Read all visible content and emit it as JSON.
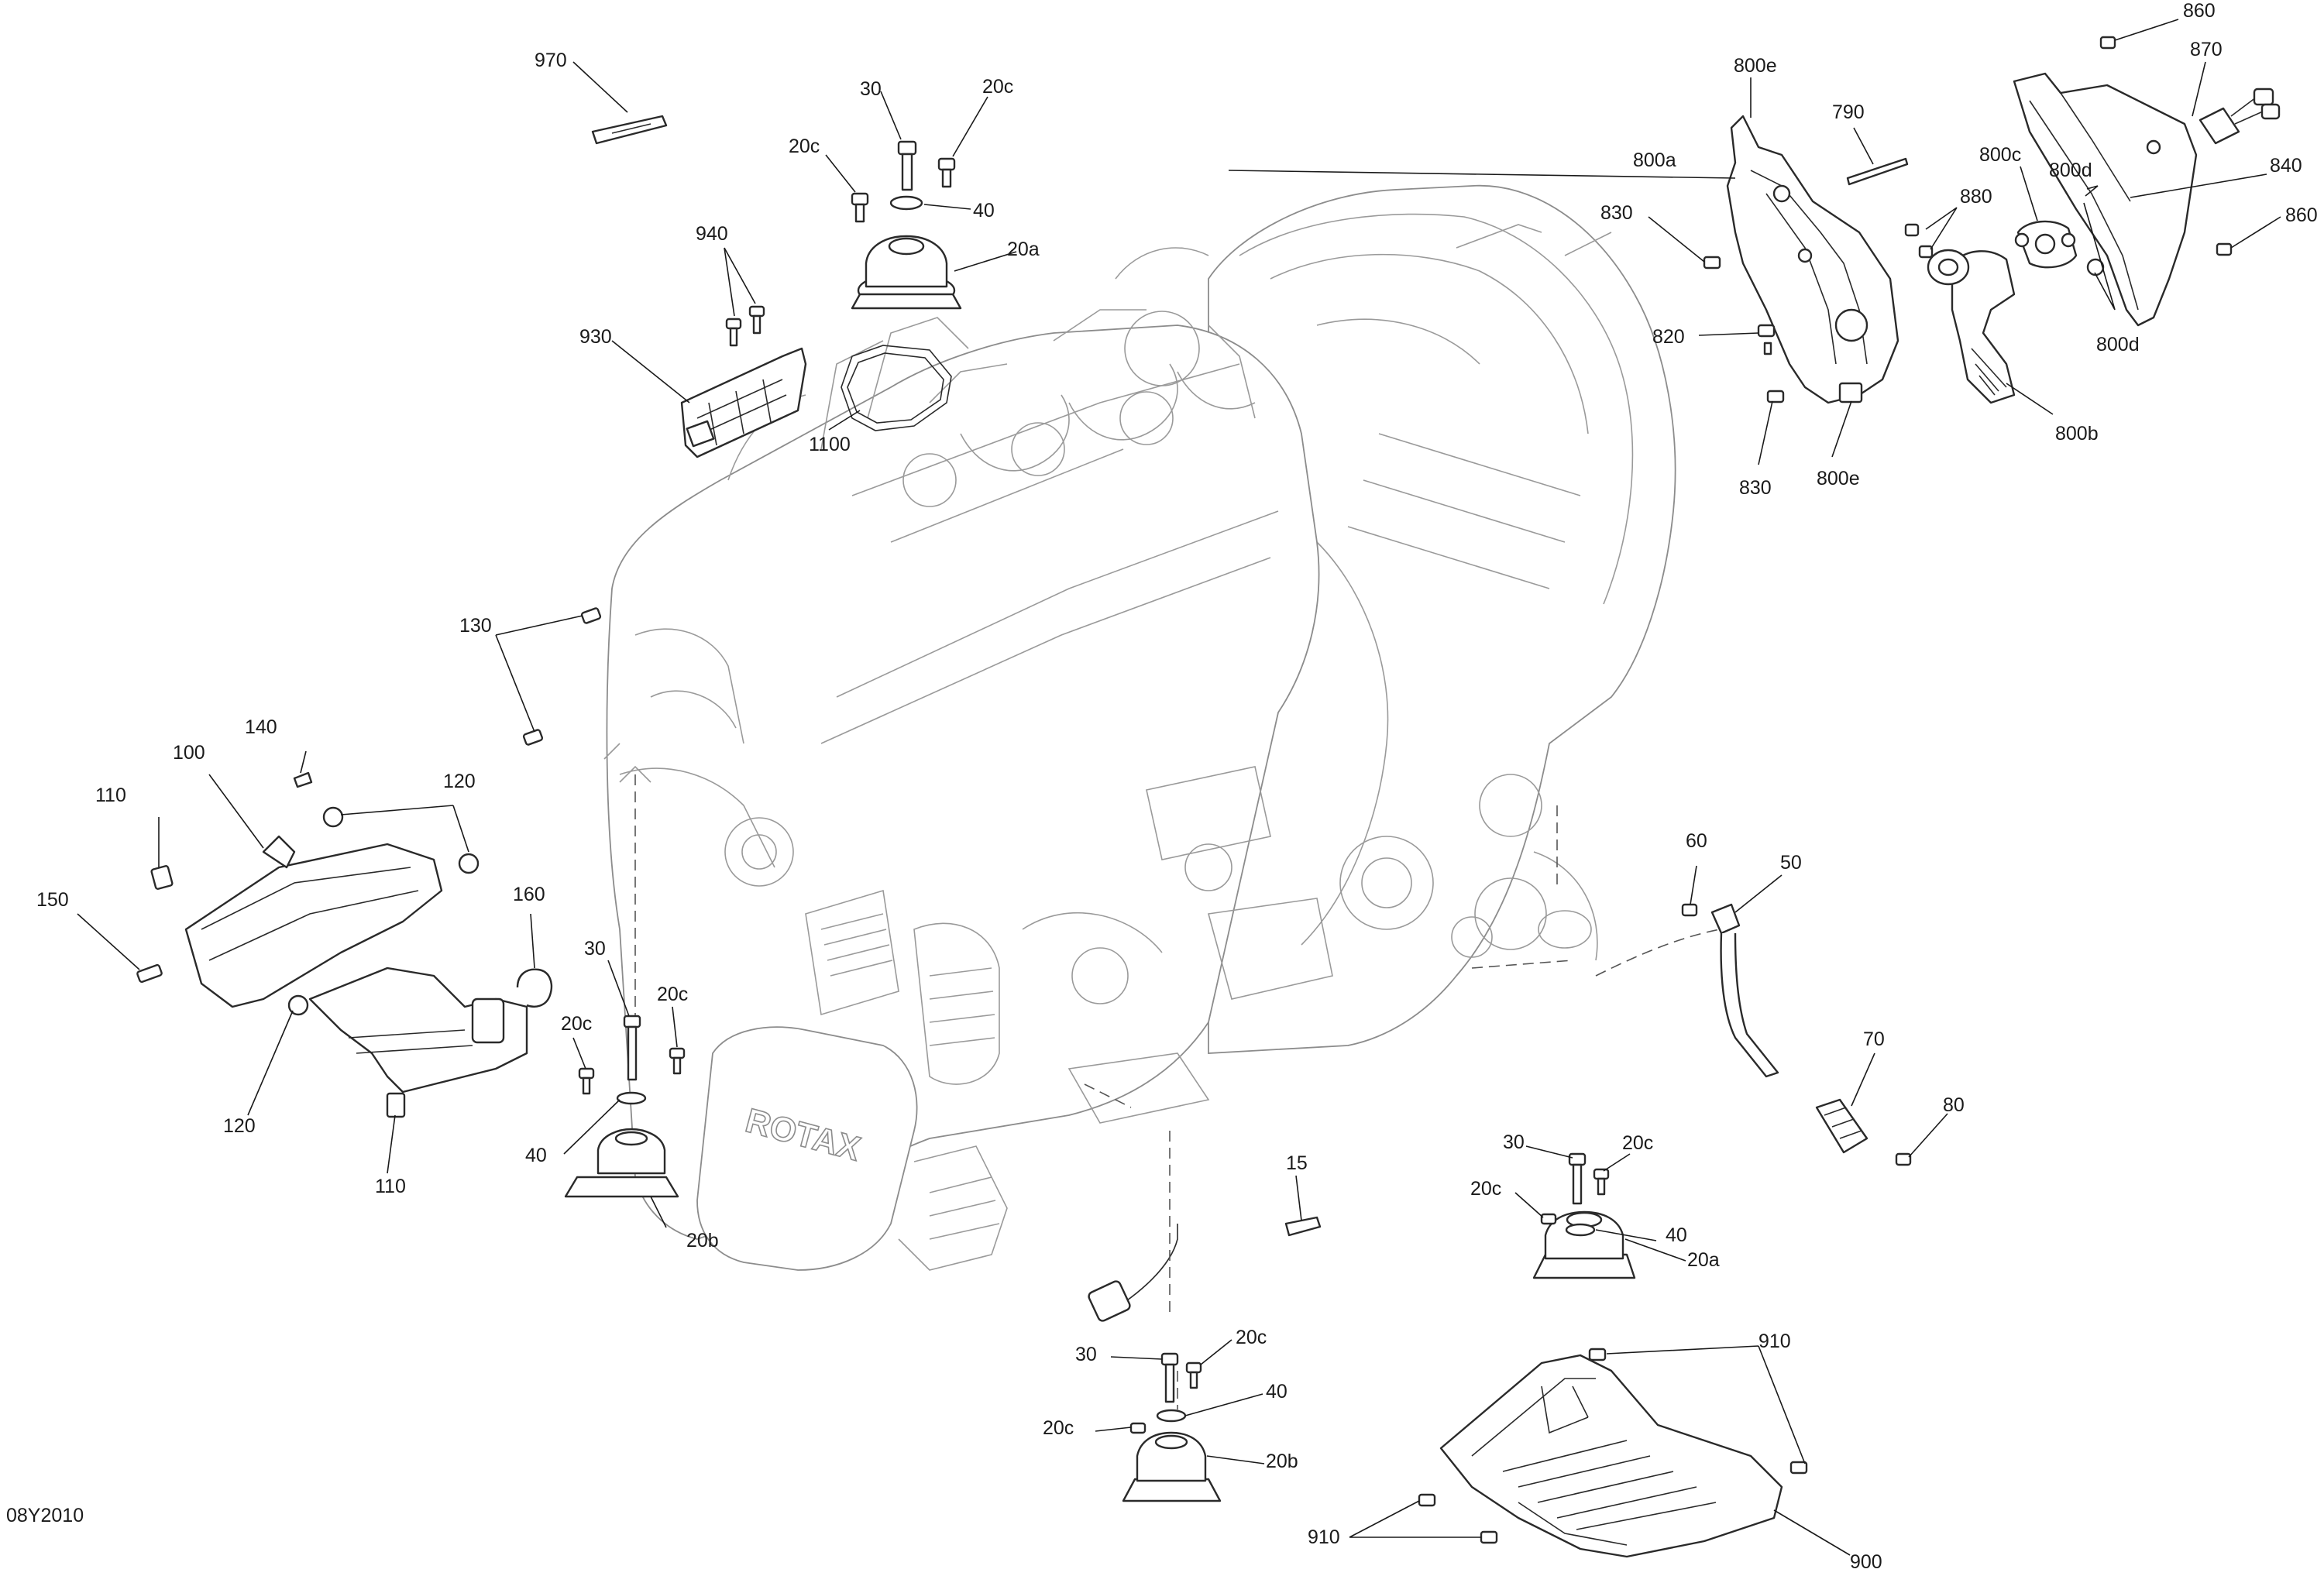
{
  "figure_id": "08Y2010",
  "callouts": {
    "c970": "970",
    "c30_top": "30",
    "c20c_top_r": "20c",
    "c20c_top_l": "20c",
    "c40_top": "40",
    "c20a_top": "20a",
    "c940": "940",
    "c930": "930",
    "c1100": "1100",
    "c800e_top": "800e",
    "c790": "790",
    "c860_top": "860",
    "c870": "870",
    "c800a": "800a",
    "c830_top": "830",
    "c880": "880",
    "c800c": "800c",
    "c800d_top": "800d",
    "c840": "840",
    "c860_mid": "860",
    "c820": "820",
    "c800d_bot": "800d",
    "c800b": "800b",
    "c830_bot": "830",
    "c800e_bot": "800e",
    "c130": "130",
    "c140": "140",
    "c100": "100",
    "c110_top": "110",
    "c120_top": "120",
    "c150": "150",
    "c160": "160",
    "c120_bot": "120",
    "c110_bot": "110",
    "c30_left": "30",
    "c20c_left_r": "20c",
    "c20c_left_l": "20c",
    "c40_left": "40",
    "c20b_left": "20b",
    "c60": "60",
    "c50": "50",
    "c70": "70",
    "c80": "80",
    "c15": "15",
    "c30_right": "30",
    "c20c_right_r": "20c",
    "c20c_right_l": "20c",
    "c40_right": "40",
    "c20a_right": "20a",
    "c910_top": "910",
    "c30_bot": "30",
    "c20c_bot_r": "20c",
    "c40_bot": "40",
    "c20c_bot_l": "20c",
    "c20b_bot": "20b",
    "c910_bot": "910",
    "c900": "900"
  },
  "colors": {
    "ink": "#1a1a1a",
    "engine_line": "#9a9a9a",
    "background": "#ffffff"
  },
  "icons": [
    "engine-assembly",
    "engine-mount",
    "bolt",
    "washer",
    "ecm-module",
    "throttle-pedal",
    "shift-lever",
    "skid-plate",
    "gasket",
    "bracket"
  ]
}
